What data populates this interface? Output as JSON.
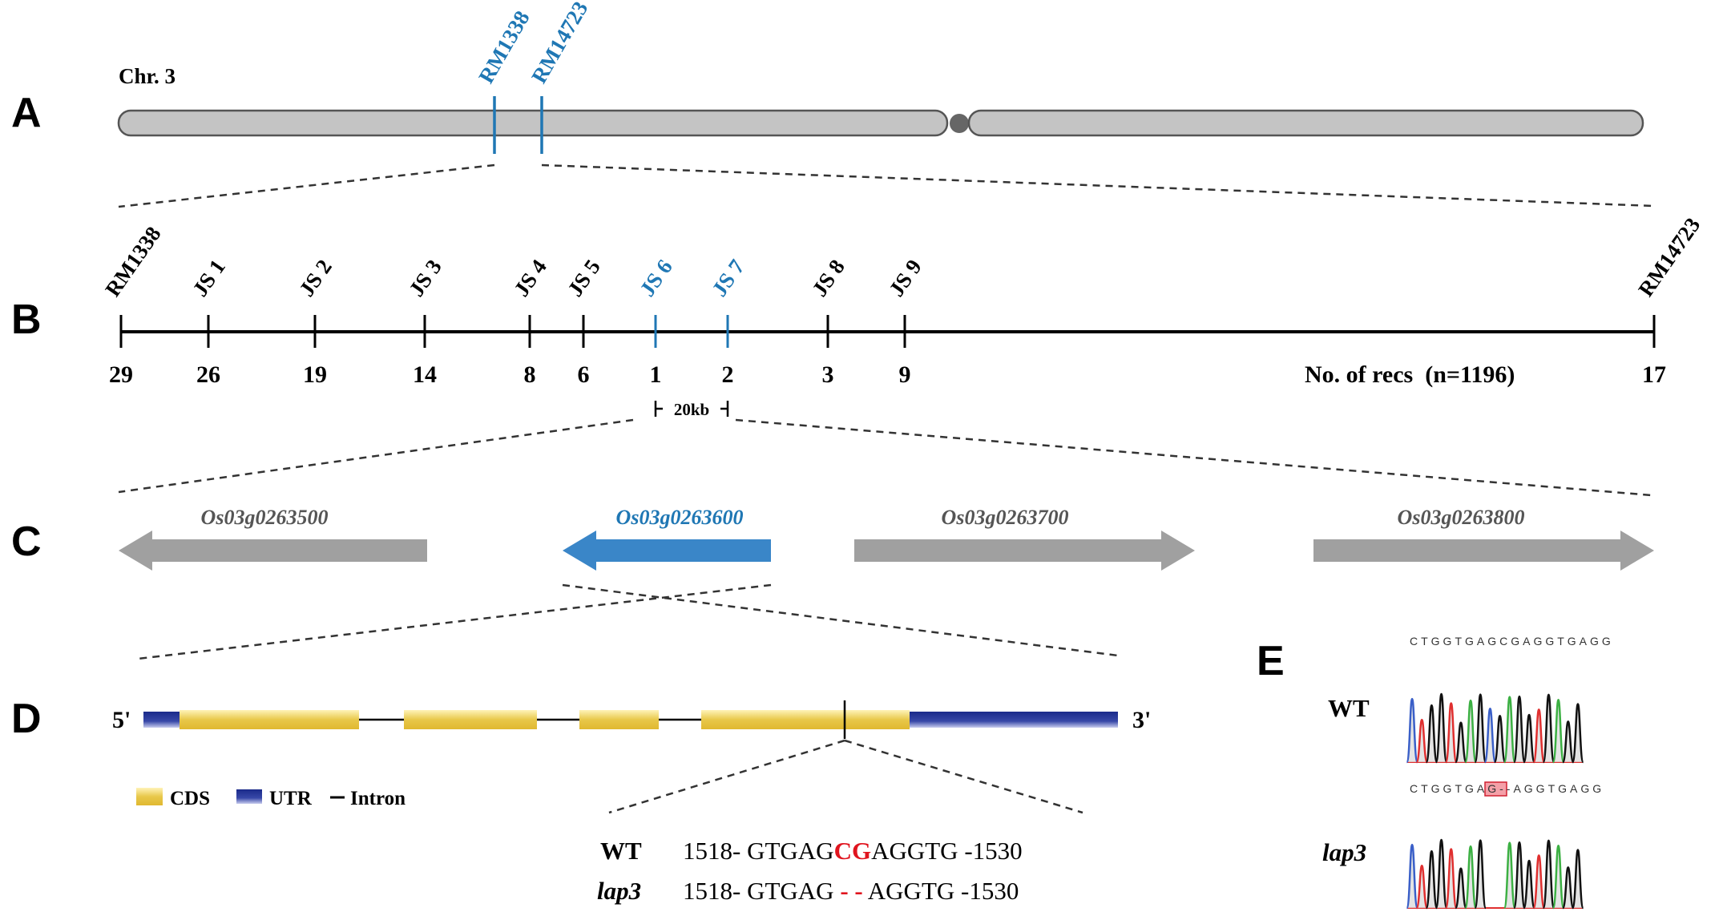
{
  "panels": {
    "a": "A",
    "b": "B",
    "c": "C",
    "d": "D",
    "e": "E"
  },
  "colors": {
    "highlight": "#1f77b4",
    "gray": "#a0a0a0",
    "mutation": "#e0141e",
    "cds": "#e8c84a",
    "utr": "#1a2a8a"
  },
  "panelA": {
    "chromosome": "Chr. 3",
    "markers": [
      "RM1338",
      "RM14723"
    ]
  },
  "panelB": {
    "markers": [
      {
        "name": "RM1338",
        "recs": "29",
        "highlight": false
      },
      {
        "name": "JS 1",
        "recs": "26",
        "highlight": false
      },
      {
        "name": "JS 2",
        "recs": "19",
        "highlight": false
      },
      {
        "name": "JS 3",
        "recs": "14",
        "highlight": false
      },
      {
        "name": "JS 4",
        "recs": "8",
        "highlight": false
      },
      {
        "name": "JS 5",
        "recs": "6",
        "highlight": false
      },
      {
        "name": "JS 6",
        "recs": "1",
        "highlight": true
      },
      {
        "name": "JS 7",
        "recs": "2",
        "highlight": true
      },
      {
        "name": "JS 8",
        "recs": "3",
        "highlight": false
      },
      {
        "name": "JS 9",
        "recs": "9",
        "highlight": false
      },
      {
        "name": "RM14723",
        "recs": "17",
        "highlight": false
      }
    ],
    "recs_label": "No. of recs  (n=1196)",
    "scale_label": "20kb"
  },
  "panelC": {
    "genes": [
      "Os03g0263500",
      "Os03g0263600",
      "Os03g0263700",
      "Os03g0263800"
    ]
  },
  "panelD": {
    "five_prime": "5'",
    "three_prime": "3'",
    "legend": {
      "cds": "CDS",
      "utr": "UTR",
      "intron": "Intron"
    },
    "wt": {
      "label": "WT",
      "start": "1518-",
      "pre": "GTGAG",
      "mut": "CG",
      "post": "AGGTG",
      "end": "-1530"
    },
    "lap3": {
      "label": "lap3",
      "start": "1518-",
      "pre": "GTGAG",
      "mut": "- -",
      "post": "AGGTG",
      "end": "-1530"
    }
  },
  "panelE": {
    "wt_label": "WT",
    "lap3_label": "lap3",
    "wt_seq": "CTGGTGAGCGAGGTGAGG",
    "lap3_seq_pre": "CTGGTGAG",
    "lap3_seq_gap": "--",
    "lap3_seq_post": "AGGTGAGG"
  }
}
